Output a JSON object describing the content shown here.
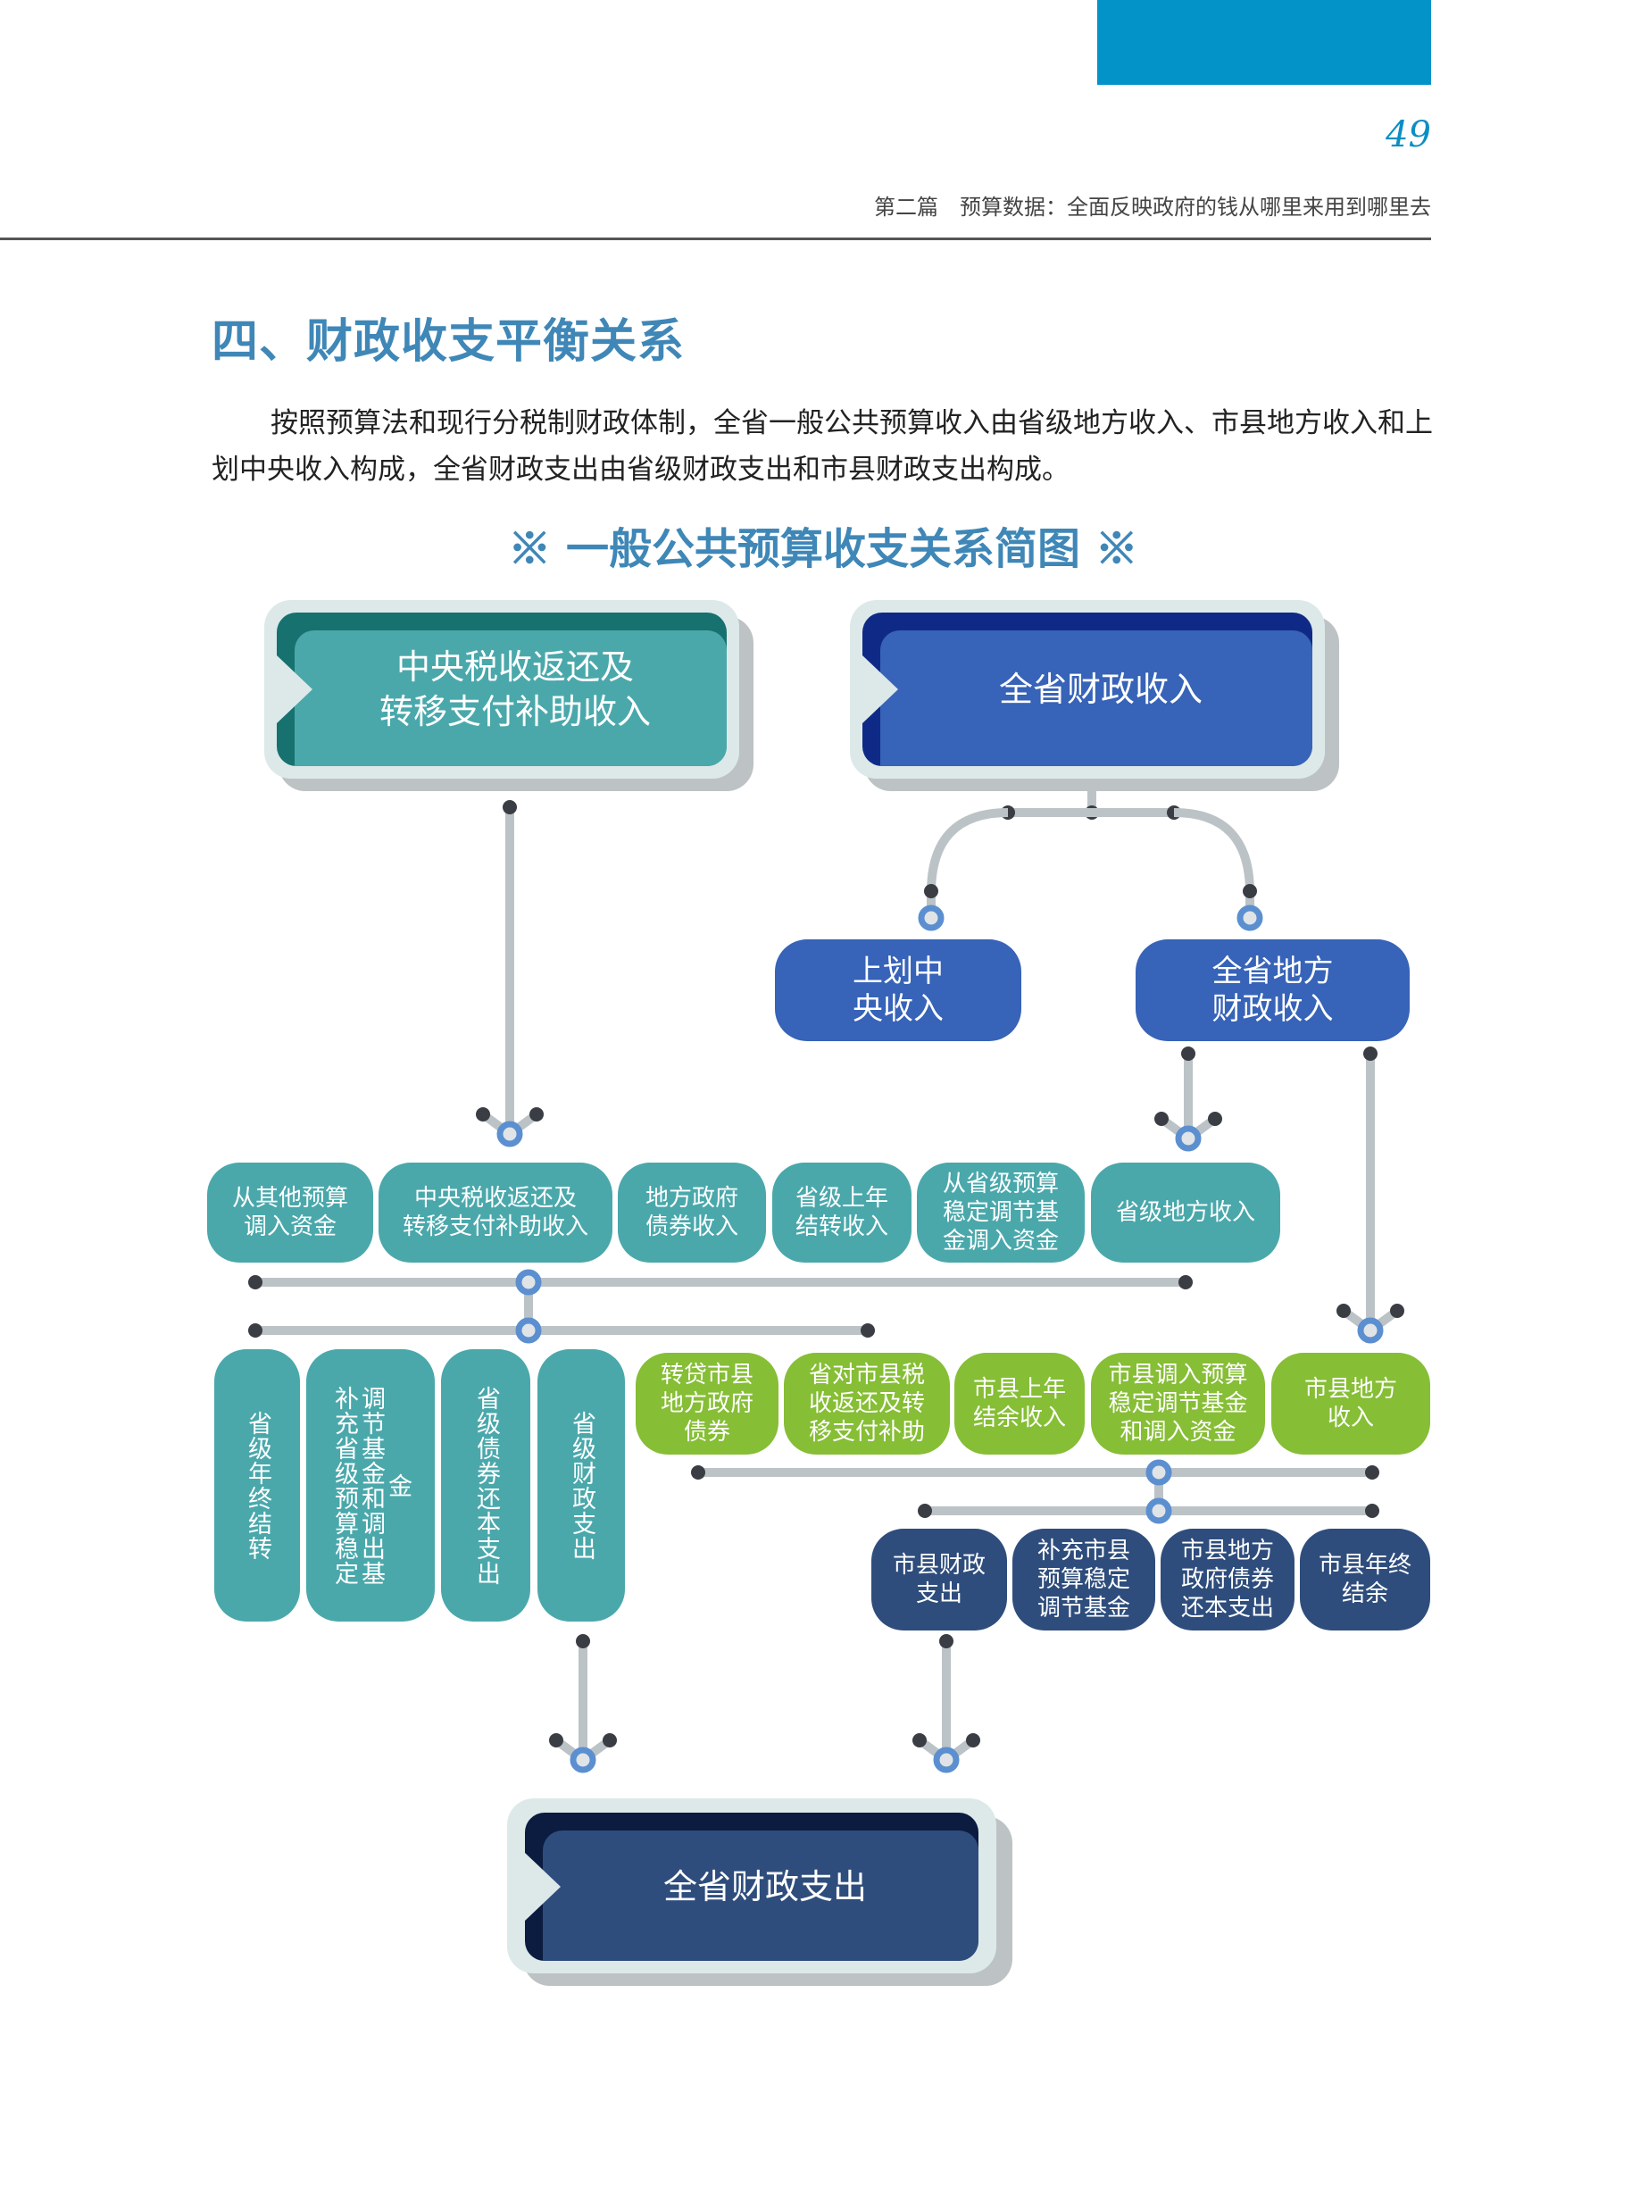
{
  "header": {
    "page_number": "49",
    "running_title": "第二篇　预算数据：全面反映政府的钱从哪里来用到哪里去",
    "accent_color": "#0393c9"
  },
  "section": {
    "title": "四、财政收支平衡关系",
    "paragraph": "按照预算法和现行分税制财政体制，全省一般公共预算收入由省级地方收入、市县地方收入和上划中央收入构成，全省财政支出由省级财政支出和市县财政支出构成。"
  },
  "diagram": {
    "title": "※ 一般公共预算收支关系简图 ※",
    "top_boxes": {
      "central_transfer": "中央税收返还及\n转移支付补助收入",
      "total_revenue": "全省财政收入"
    },
    "split_boxes": {
      "to_central": "上划中\n央收入",
      "local_revenue": "全省地方\n财政收入"
    },
    "provincial_sources": [
      "从其他预算\n调入资金",
      "中央税收返还及\n转移支付补助收入",
      "地方政府\n债券收入",
      "省级上年\n结转收入",
      "从省级预算\n稳定调节基\n金调入资金",
      "省级地方收入"
    ],
    "provincial_uses": [
      "省级年终结转",
      "补充省级预算稳定调节基金和调出基金",
      "省级债券还本支出",
      "省级财政支出"
    ],
    "county_sources": [
      "转贷市县\n地方政府\n债券",
      "省对市县税\n收返还及转\n移支付补助",
      "市县上年\n结余收入",
      "市县调入预算\n稳定调节基金\n和调入资金",
      "市县地方\n收入"
    ],
    "county_uses": [
      "市县财政\n支出",
      "补充市县\n预算稳定\n调节基金",
      "市县地方\n政府债券\n还本支出",
      "市县年终\n结余"
    ],
    "bottom_box": "全省财政支出",
    "colors": {
      "teal": "#4aa8ab",
      "blue": "#3763b8",
      "green": "#86be35",
      "navy": "#2e4d7c",
      "connector": "#bcc3c6",
      "node_ring": "#5b8fd0"
    }
  }
}
